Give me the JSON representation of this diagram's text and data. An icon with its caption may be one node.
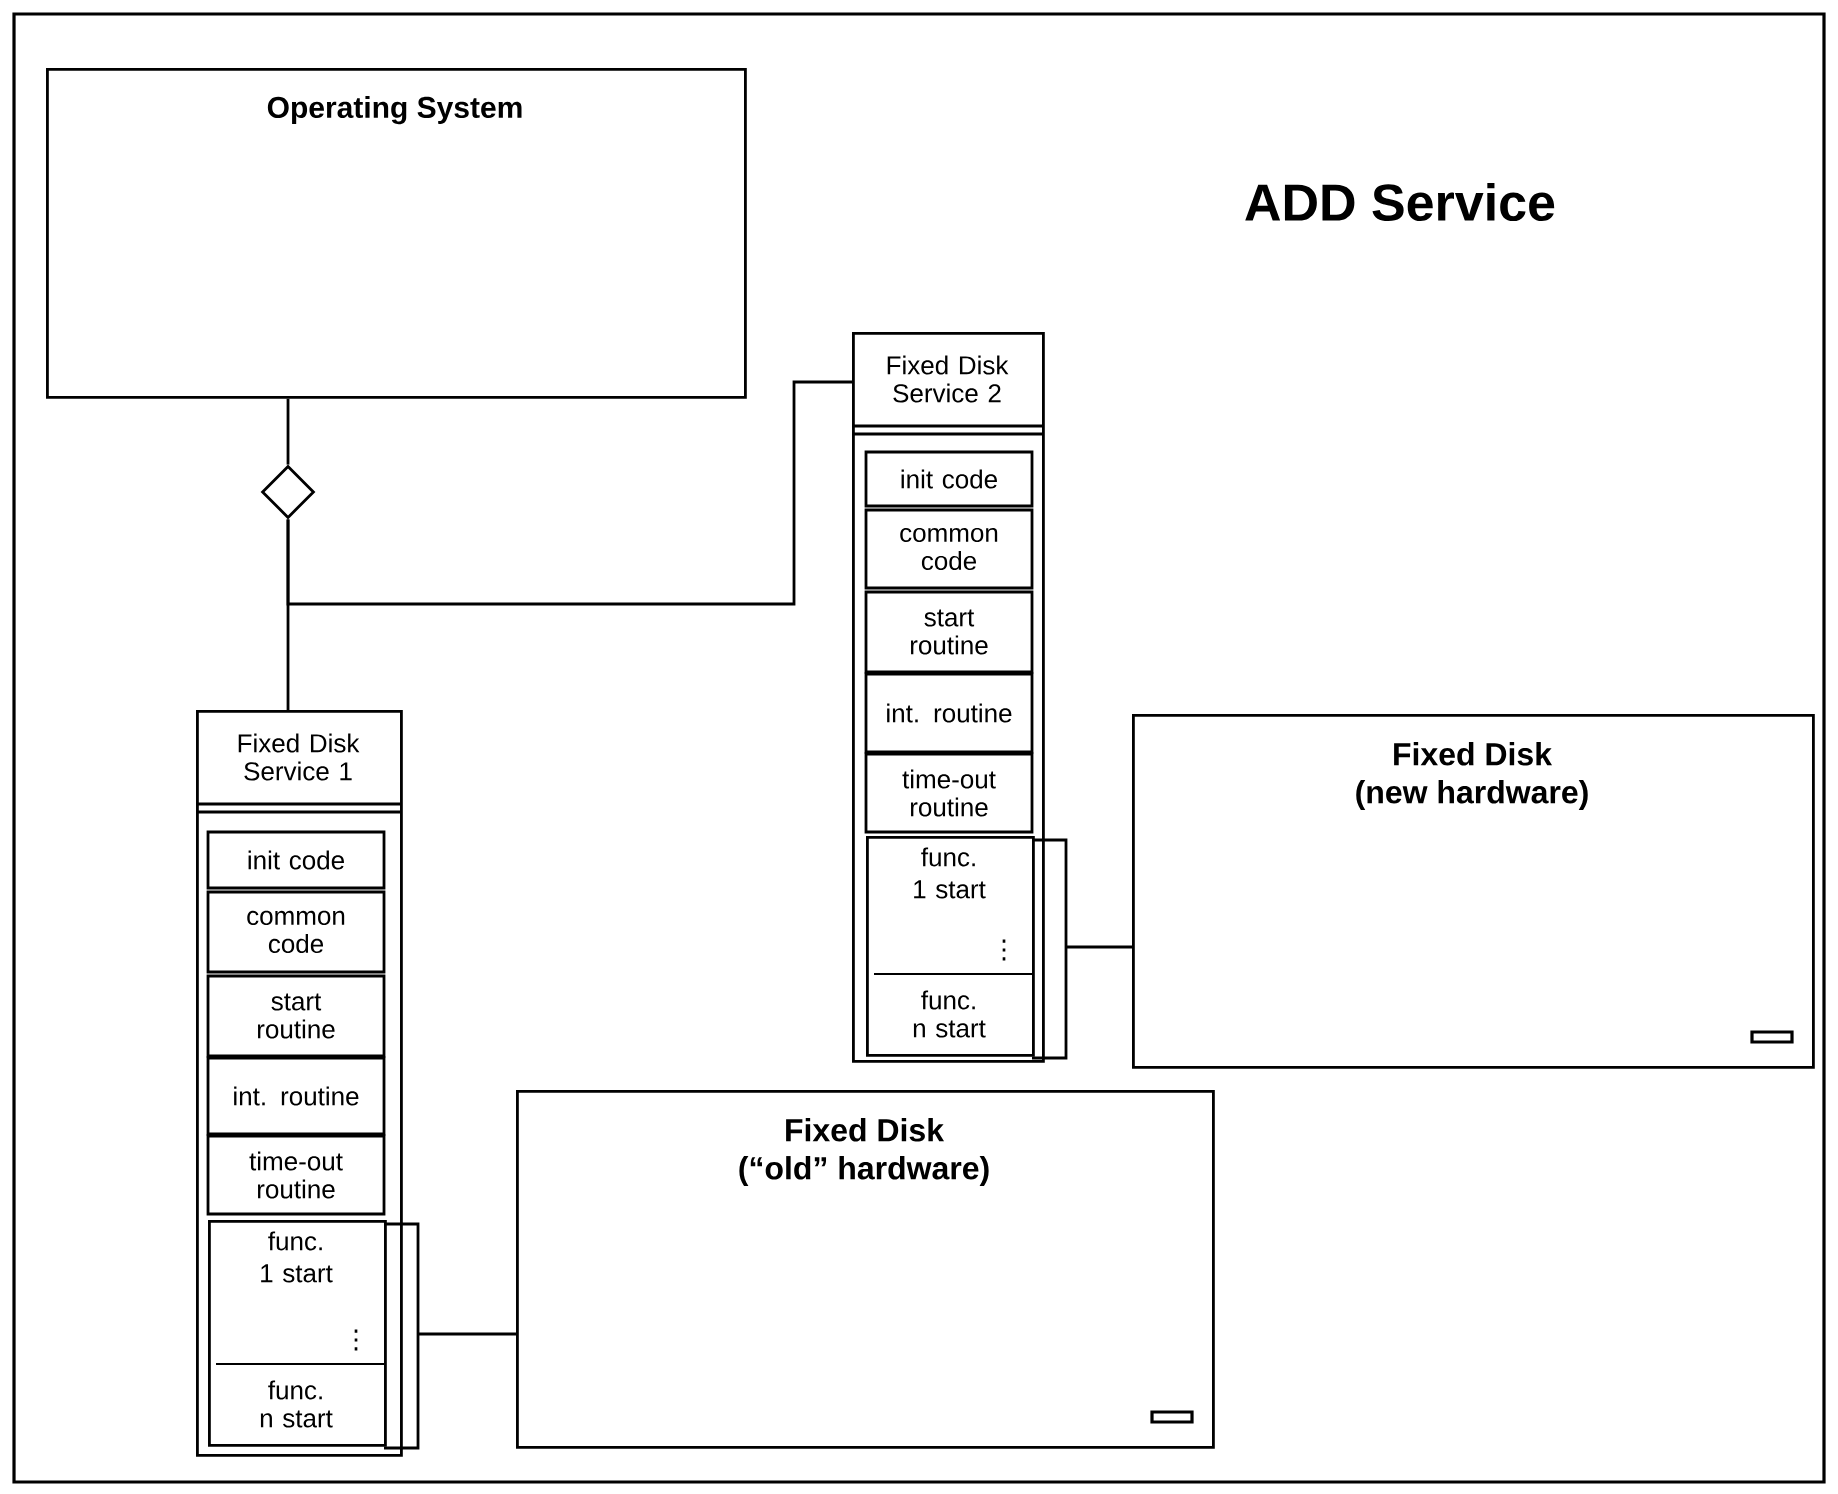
{
  "diagram": {
    "title": "ADD Service",
    "nodes": [
      {
        "text": [
          "Operating System"
        ]
      },
      {
        "text": [],
        "shape": "diamond"
      },
      {
        "text": [
          "Fixed Disk Service 2"
        ]
      },
      {
        "text": [
          "init code"
        ],
        "in": 2
      },
      {
        "text": [
          "common code"
        ],
        "in": 2
      },
      {
        "text": [
          "start routine"
        ],
        "in": 2
      },
      {
        "text": [
          "int. routine"
        ],
        "in": 2
      },
      {
        "text": [
          "time-out routine"
        ],
        "in": 2
      },
      {
        "text": [
          "func. 1 start",
          "⋮",
          "func. n start"
        ],
        "in": 2
      },
      {
        "text": [
          "Fixed Disk",
          "(new hardware)"
        ]
      },
      {
        "text": [
          "Fixed Disk Service 1"
        ]
      },
      {
        "text": [
          "init code"
        ],
        "in": 10
      },
      {
        "text": [
          "common code"
        ],
        "in": 10
      },
      {
        "text": [
          "start routine"
        ],
        "in": 10
      },
      {
        "text": [
          "int. routine"
        ],
        "in": 10
      },
      {
        "text": [
          "time-out routine"
        ],
        "in": 10
      },
      {
        "text": [
          "func. 1 start",
          "⋮",
          "func. n start"
        ],
        "in": 10
      },
      {
        "text": [
          "Fixed Disk",
          "(“old” hardware)"
        ]
      }
    ],
    "edges": [
      {
        "from": 0,
        "to": 1,
        "arrow": "none"
      },
      {
        "from": 1,
        "to": 10,
        "arrow": "none"
      },
      {
        "from": 1,
        "to": 2,
        "arrow": "none"
      },
      {
        "from": 8,
        "to": 9,
        "arrow": "none"
      },
      {
        "from": 16,
        "to": 17,
        "arrow": "none"
      }
    ]
  }
}
